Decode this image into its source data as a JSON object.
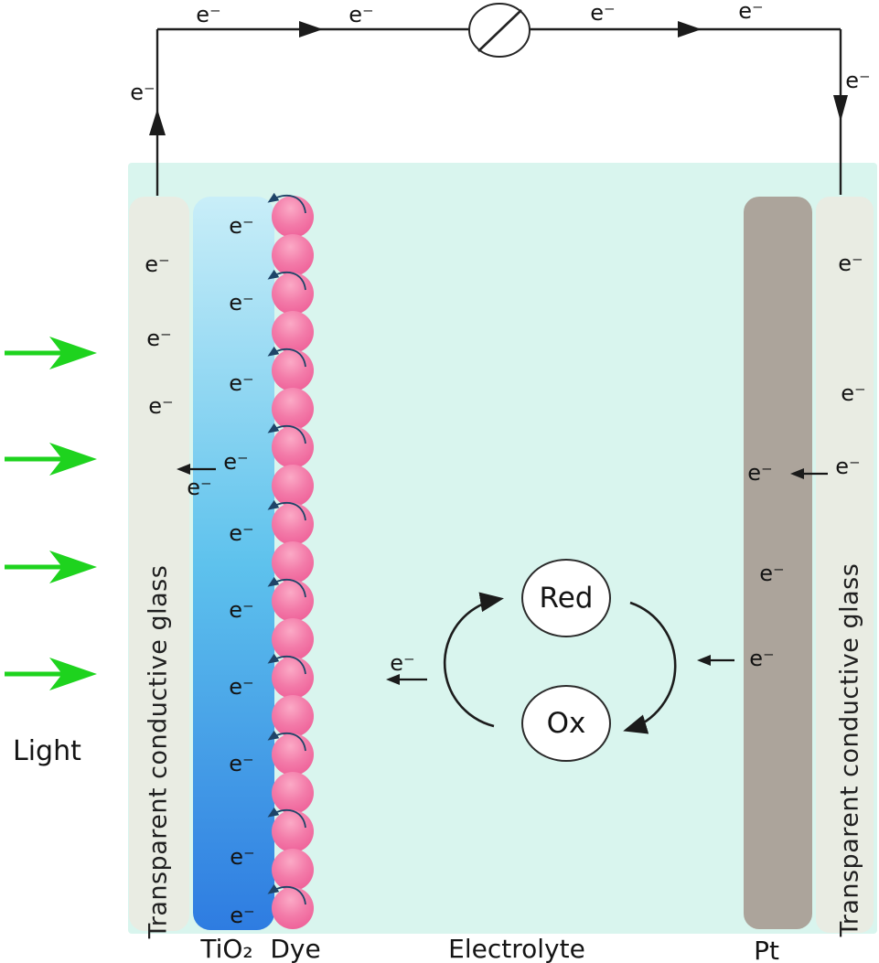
{
  "diagram": {
    "labels": {
      "electron": "e⁻",
      "light": "Light",
      "left_glass": "Transparent conductive glass",
      "right_glass": "Transparent conductive glass",
      "tio2": "TiO₂",
      "dye": "Dye",
      "electrolyte": "Electrolyte",
      "pt": "Pt",
      "red": "Red",
      "ox": "Ox"
    },
    "colors": {
      "electrolyte": "#d9f5ee",
      "glass": "#e9ece3",
      "pt": "#aca49b",
      "tio2_top": "#c9eef8",
      "tio2_mid": "#5ec2ed",
      "tio2_bottom": "#2e7ce1",
      "dye_light": "#fbaac6",
      "dye_mid": "#f37ba9",
      "dye_dark": "#ee5e97",
      "light_green": "#1ed31e",
      "injection": "#1e4468",
      "ink": "#141414"
    },
    "counts": {
      "dye_molecules": 19,
      "light_arrows": 4,
      "injection_arrows": 10
    }
  }
}
